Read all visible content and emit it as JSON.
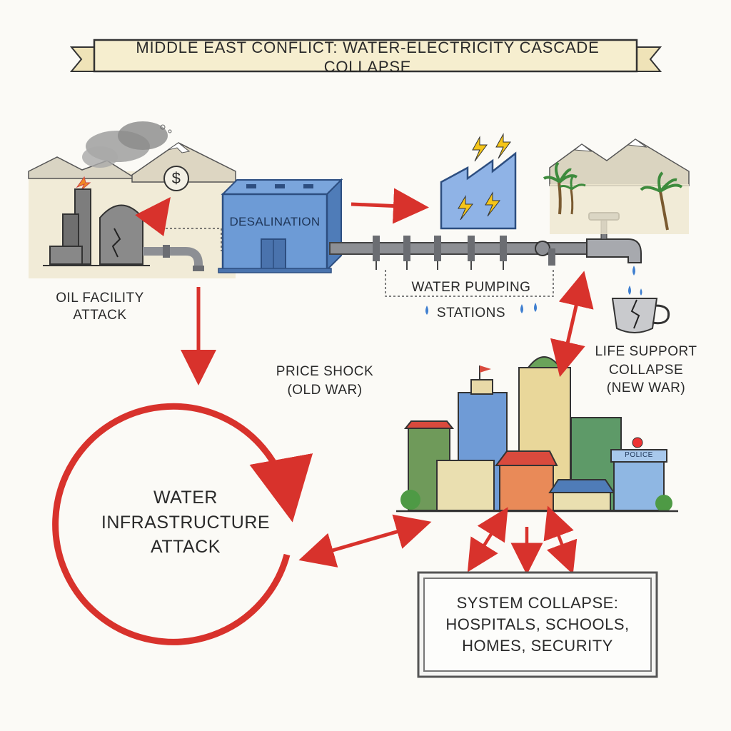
{
  "title": "MIDDLE EAST CONFLICT: WATER-ELECTRICITY CASCADE COLLAPSE",
  "nodes": {
    "oil_facility": {
      "line1": "OIL FACILITY",
      "line2": "ATTACK"
    },
    "desalination": {
      "label": "DESALINATION"
    },
    "water_pumping": {
      "line1": "WATER PUMPING",
      "line2": "STATIONS"
    },
    "life_support": {
      "line1": "LIFE SUPPORT",
      "line2": "COLLAPSE",
      "line3": "(NEW WAR)"
    },
    "price_shock": {
      "line1": "PRICE SHOCK",
      "line2": "(OLD WAR)"
    },
    "water_infrastructure": {
      "line1": "WATER",
      "line2": "INFRASTRUCTURE",
      "line3": "ATTACK"
    },
    "system_collapse": {
      "line1": "SYSTEM COLLAPSE:",
      "line2": "HOSPITALS, SCHOOLS,",
      "line3": "HOMES, SECURITY"
    },
    "police_sign": {
      "label": "POLICE"
    },
    "dollar_symbol": {
      "label": "$"
    }
  },
  "colors": {
    "arrow_red": "#d8322c",
    "building_blue": "#5f8fcf",
    "pipe_gray": "#8d8f94"
  }
}
